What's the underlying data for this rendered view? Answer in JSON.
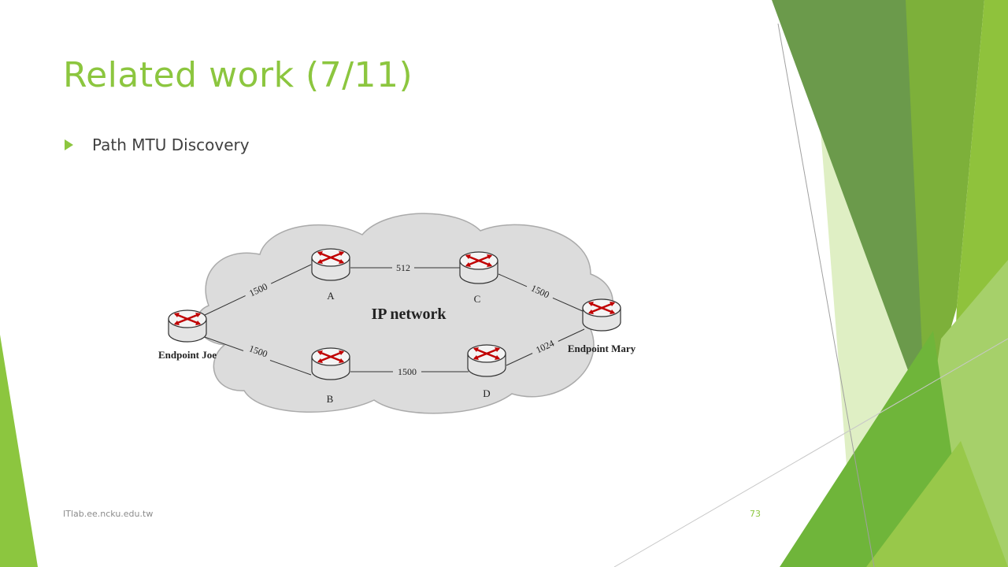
{
  "slide": {
    "title": "Related work (7/11)",
    "bullet": "Path MTU Discovery",
    "footer_left": "ITlab.ee.ncku.edu.tw",
    "page_number": "73"
  },
  "diagram": {
    "cloud_label": "IP network",
    "nodes": {
      "joe": "Endpoint Joe",
      "mary": "Endpoint Mary",
      "a": "A",
      "b": "B",
      "c": "C",
      "d": "D"
    },
    "links": {
      "joe_a": "1500",
      "joe_b": "1500",
      "a_c": "512",
      "b_d": "1500",
      "c_mary": "1500",
      "d_mary": "1024"
    }
  },
  "colors": {
    "accent": "#8cc63f",
    "router_arrows": "#c00000"
  },
  "icons": {
    "bullet": "triangle-bullet-icon",
    "router": "router-icon"
  }
}
